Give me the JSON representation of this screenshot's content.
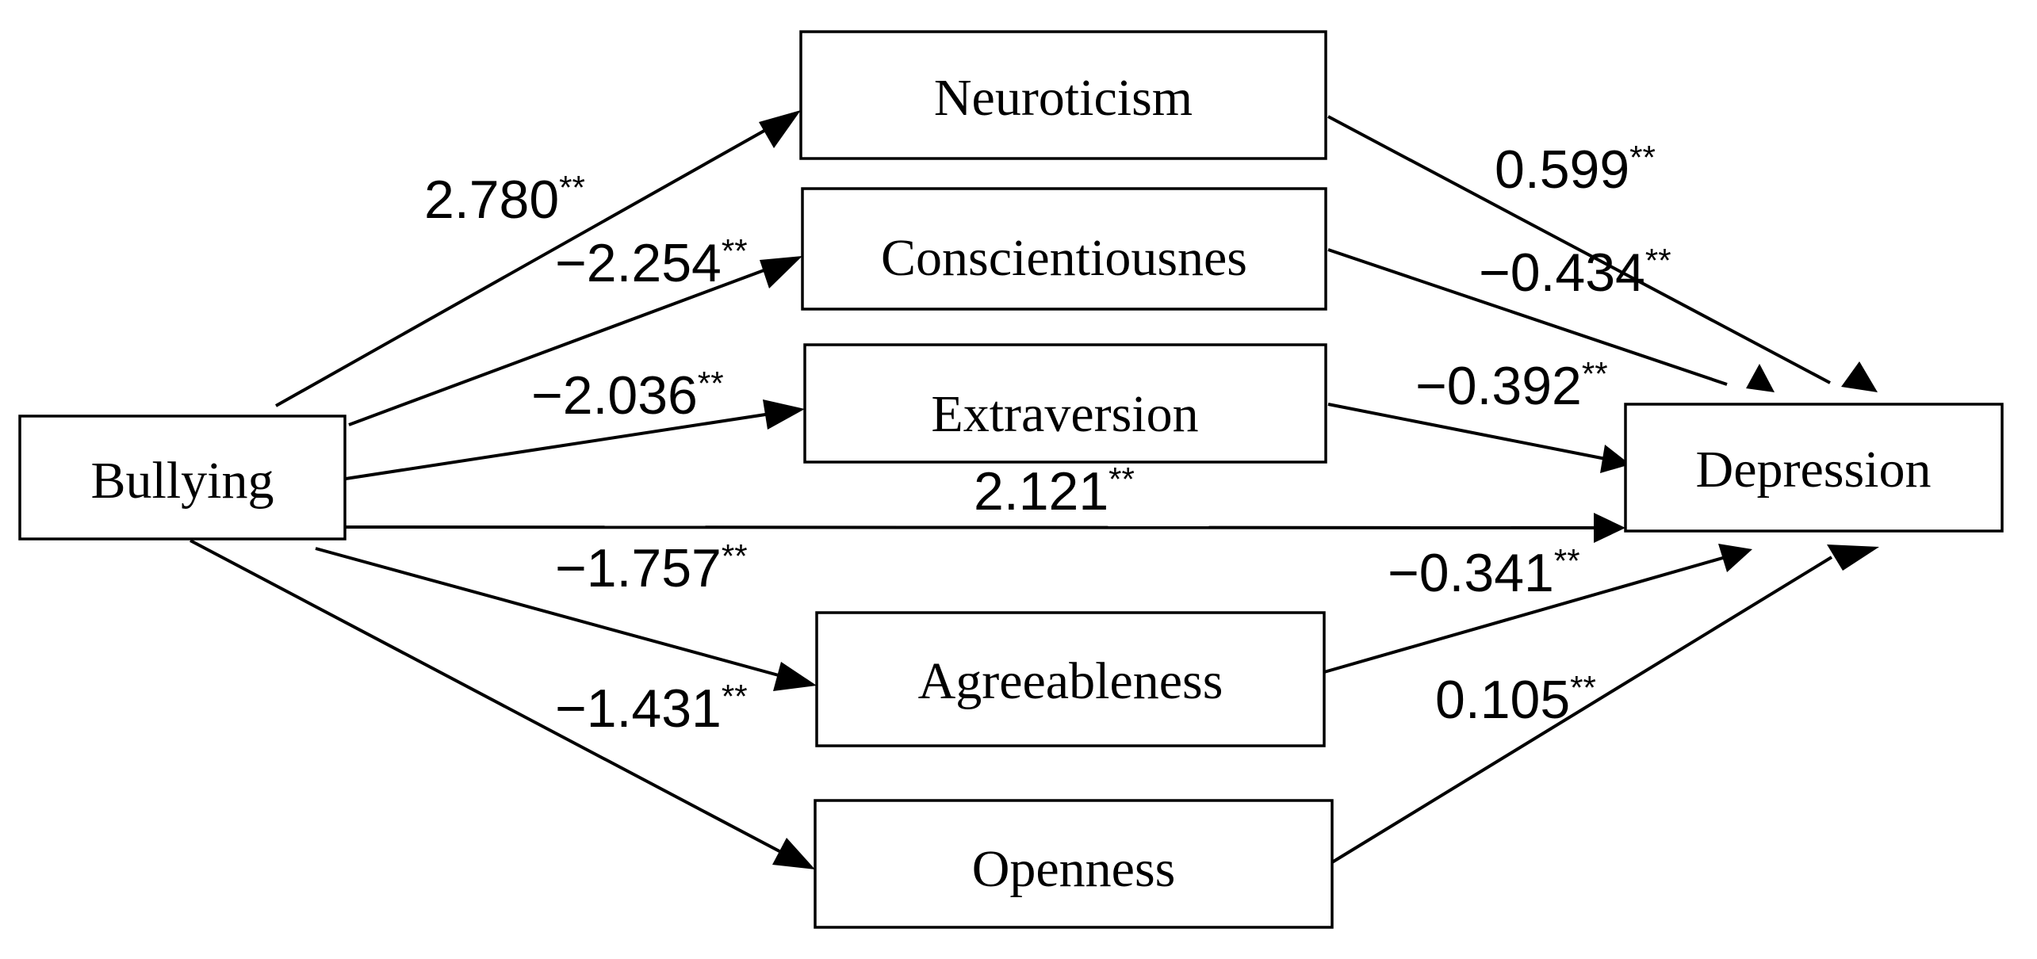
{
  "nodes": {
    "neuroticism": "Neuroticism",
    "conscientiousness": "Conscientiousnes",
    "extraversion": "Extraversion",
    "bullying": "Bullying",
    "depression": "Depression",
    "agreeableness": "Agreeableness",
    "openness": "Openness"
  },
  "paths": {
    "bullying_neuroticism": "2.780",
    "bullying_conscientiousness": "−2.254",
    "bullying_extraversion": "−2.036",
    "bullying_depression": "2.121",
    "bullying_agreeableness": "−1.757",
    "bullying_openness": "−1.431",
    "neuroticism_depression": "0.599",
    "conscientiousness_depression": "−0.434",
    "extraversion_depression": "−0.392",
    "agreeableness_depression": "−0.341",
    "openness_depression": "0.105"
  },
  "significance_mark": "**"
}
